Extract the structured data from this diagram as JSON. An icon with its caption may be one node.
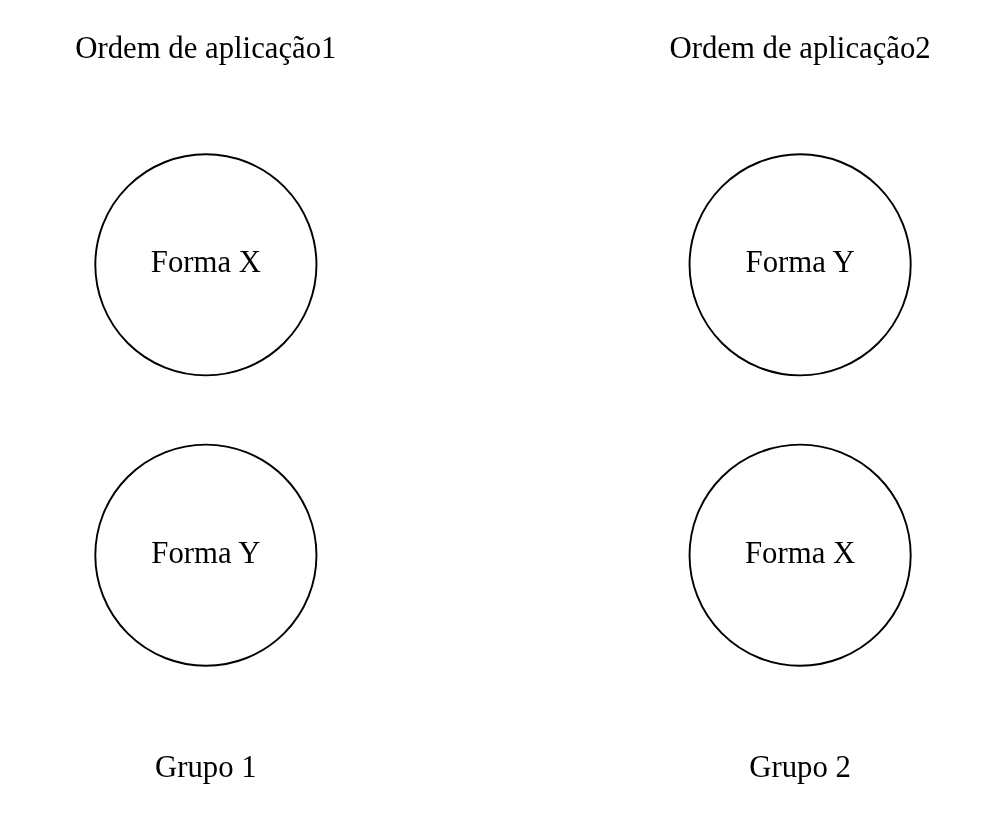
{
  "diagram": {
    "nodes": [
      {
        "text": [
          "Forma X"
        ]
      },
      {
        "text": [
          "Forma Y"
        ]
      },
      {
        "text": [
          "Forma Y"
        ]
      },
      {
        "text": [
          "Forma X"
        ]
      }
    ],
    "edges": [],
    "labels": [
      "Ordem de aplicação1",
      "Ordem de aplicação2",
      "Grupo 1",
      "Grupo 2"
    ]
  }
}
